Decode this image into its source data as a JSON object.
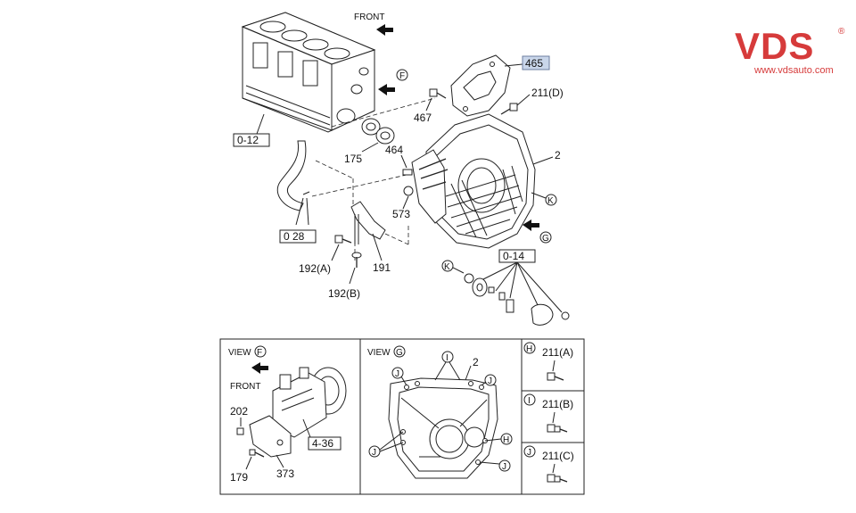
{
  "logo": {
    "brand": "VDS",
    "mark": "®",
    "url": "www.vdsauto.com",
    "color": "#d63b3b"
  },
  "front_label": "FRONT",
  "part_numbers": {
    "p465": "465",
    "p211d": "211(D)",
    "p467": "467",
    "p2": "2",
    "p464": "464",
    "p175": "175",
    "p573": "573",
    "p191": "191",
    "p192a": "192(A)",
    "p192b": "192(B)"
  },
  "ref_boxes": {
    "r012": "0-12",
    "r028": "0 28",
    "r014": "0-14",
    "r436": "4-36"
  },
  "view_markers": {
    "f": "F",
    "g": "G",
    "k": "K",
    "h": "H",
    "i": "I",
    "j": "J"
  },
  "highlight_color": "#c9d6ea",
  "inset_f": {
    "title": "VIEW",
    "marker": "F",
    "front": "FRONT",
    "p202": "202",
    "p179": "179",
    "p373": "373"
  },
  "inset_g": {
    "title": "VIEW",
    "marker": "G",
    "p2": "2"
  },
  "side_panels": [
    {
      "marker": "H",
      "label": "211(A)"
    },
    {
      "marker": "I",
      "label": "211(B)"
    },
    {
      "marker": "J",
      "label": "211(C)"
    }
  ]
}
